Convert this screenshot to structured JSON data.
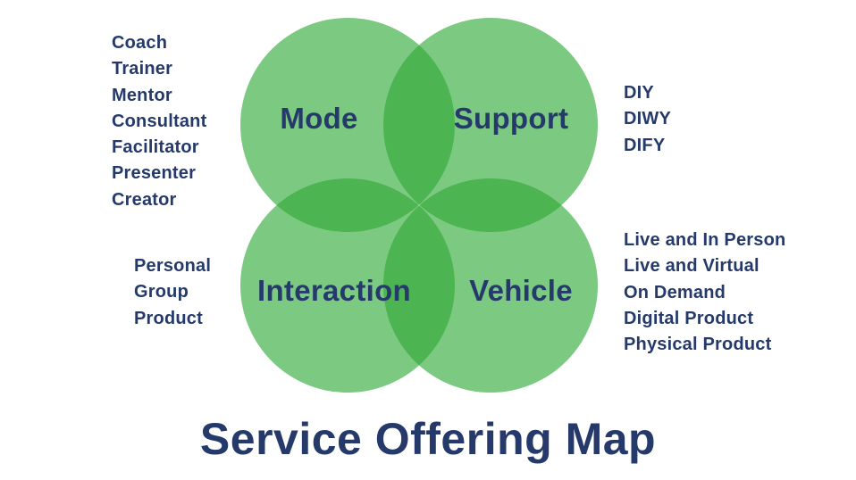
{
  "title": "Service Offering Map",
  "colors": {
    "circle_fill": "rgba(47,169,56,0.63)",
    "circle_single_green": "#7cc981",
    "circle_overlap_green": "#4cba58",
    "text_navy": "#253a6b"
  },
  "venn": {
    "circles": [
      {
        "label": "Mode"
      },
      {
        "label": "Support"
      },
      {
        "label": "Interaction"
      },
      {
        "label": "Vehicle"
      }
    ]
  },
  "lists": {
    "mode_items": [
      "Coach",
      "Trainer",
      "Mentor",
      "Consultant",
      "Facilitator",
      "Presenter",
      "Creator"
    ],
    "support_items": [
      "DIY",
      "DIWY",
      "DIFY"
    ],
    "interaction_items": [
      "Personal",
      "Group",
      "Product"
    ],
    "vehicle_items": [
      "Live and In Person",
      "Live and Virtual",
      "On Demand",
      "Digital Product",
      "Physical Product"
    ]
  }
}
